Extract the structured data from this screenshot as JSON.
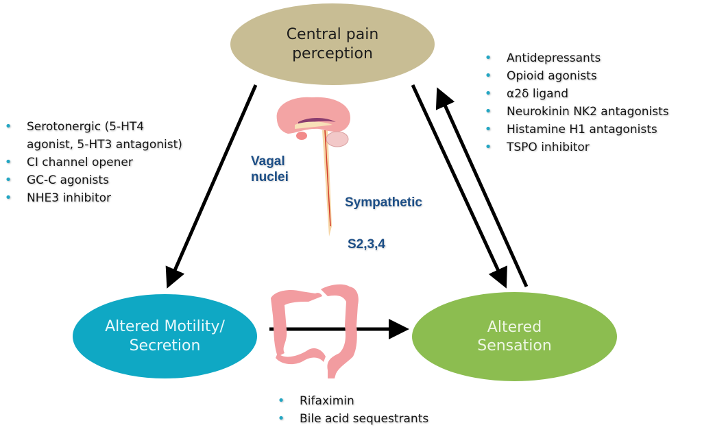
{
  "nodes": {
    "central": {
      "line1": "Central pain",
      "line2": "perception",
      "color": "#c8bd94"
    },
    "motility": {
      "line1": "Altered Motility/",
      "line2": "Secretion",
      "color": "#0fa8c4"
    },
    "sensation": {
      "line1": "Altered",
      "line2": "Sensation",
      "color": "#8cbd50"
    }
  },
  "labels": {
    "vagal_line1": "Vagal",
    "vagal_line2": "nuclei",
    "sympathetic": "Sympathetic",
    "sacral": "S2,3,4"
  },
  "lists": {
    "central_sensation": [
      "Antidepressants",
      "Opioid agonists",
      "α2δ ligand",
      "Neurokinin NK2 antagonists",
      "Histamine H1 antagonists",
      "TSPO inhibitor"
    ],
    "motility": {
      "item1_line1": "Serotonergic (5-HT4",
      "item1_line2": "agonist, 5-HT3 antagonist)",
      "item2": "CI channel opener",
      "item3": "GC-C agonists",
      "item4": "NHE3 inhibitor"
    },
    "gut": [
      "Rifaximin",
      "Bile acid sequestrants"
    ]
  },
  "bullet_glyph": "•",
  "icons": {
    "brain": "brain-spinal-cord-illustration",
    "colon": "colon-illustration"
  },
  "arrows": [
    {
      "from": "central",
      "to": "motility"
    },
    {
      "from": "central",
      "to": "sensation"
    },
    {
      "from": "sensation",
      "to": "central"
    },
    {
      "from": "motility",
      "to": "sensation"
    }
  ]
}
